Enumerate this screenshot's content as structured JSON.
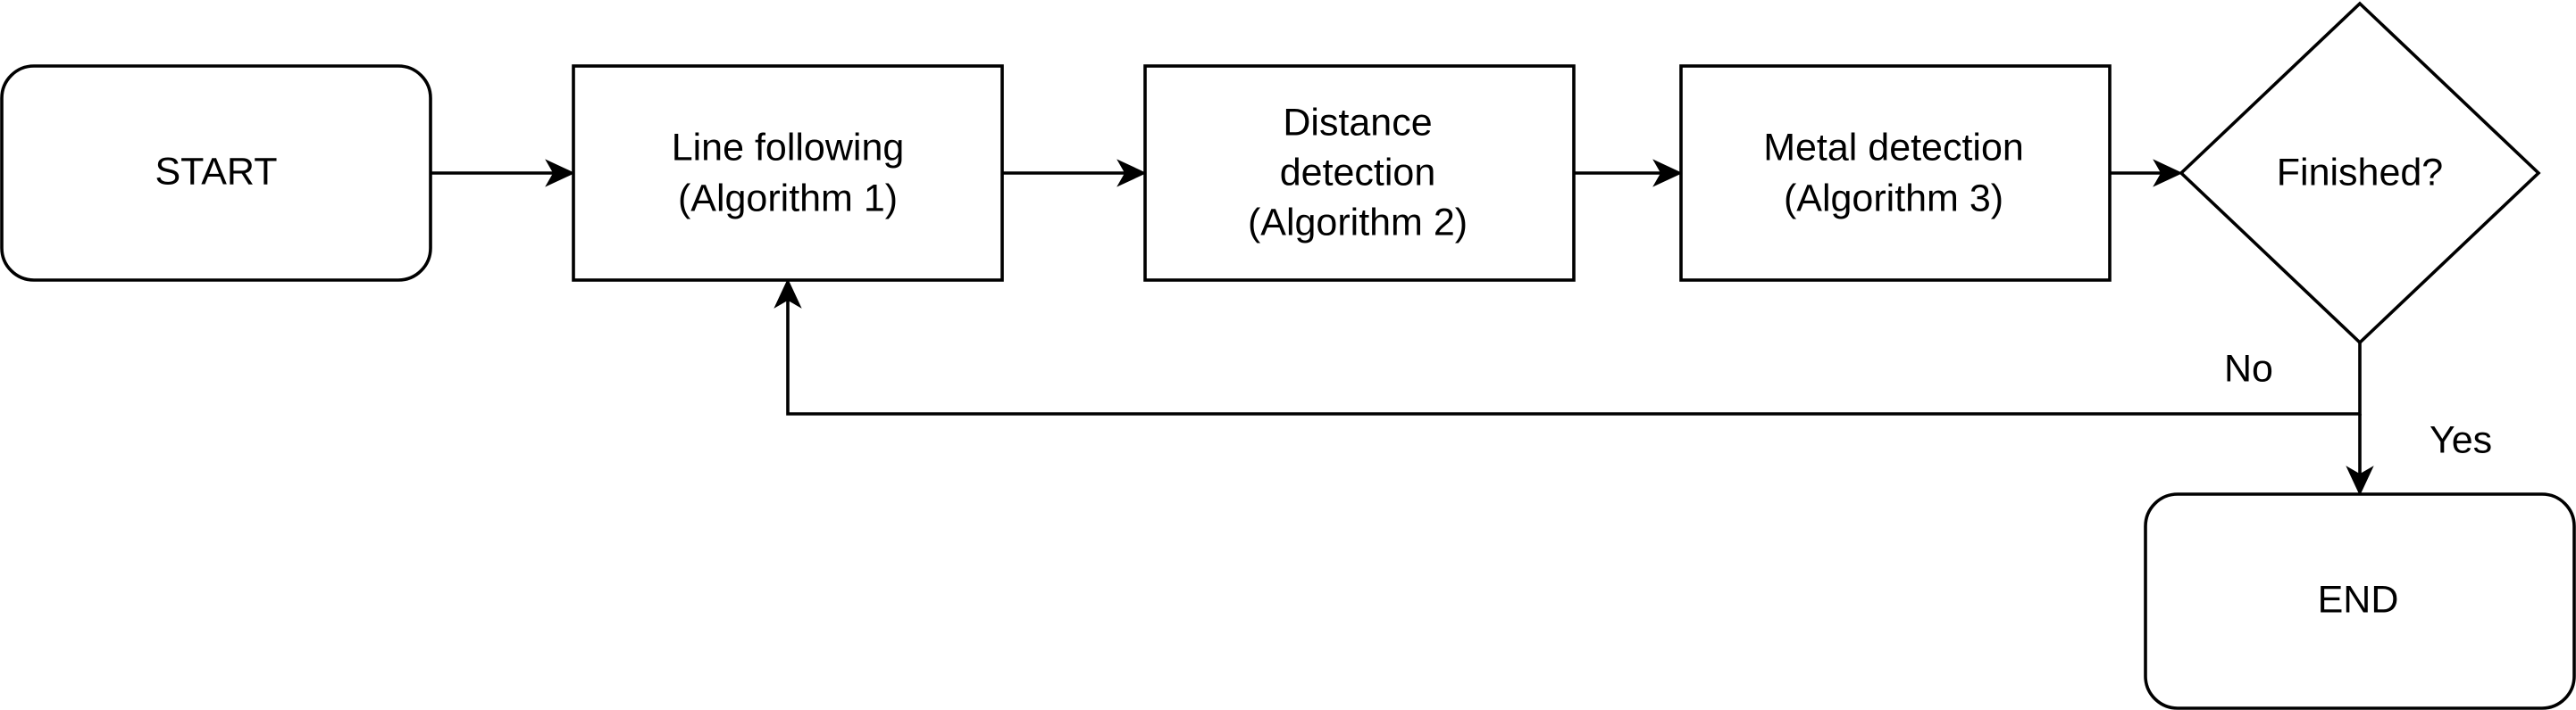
{
  "nodes": {
    "start": {
      "label": "START"
    },
    "line_following": {
      "line1": "Line following",
      "line2": "(Algorithm 1)"
    },
    "distance_detection": {
      "line1": "Distance",
      "line2": "detection",
      "line3": "(Algorithm 2)"
    },
    "metal_detection": {
      "line1": "Metal detection",
      "line2": "(Algorithm 3)"
    },
    "finished": {
      "label": "Finished?"
    },
    "end": {
      "label": "END"
    }
  },
  "edges": {
    "no": {
      "label": "No"
    },
    "yes": {
      "label": "Yes"
    }
  },
  "colors": {
    "stroke": "#000000",
    "fill": "#ffffff",
    "background": "#ffffff"
  }
}
